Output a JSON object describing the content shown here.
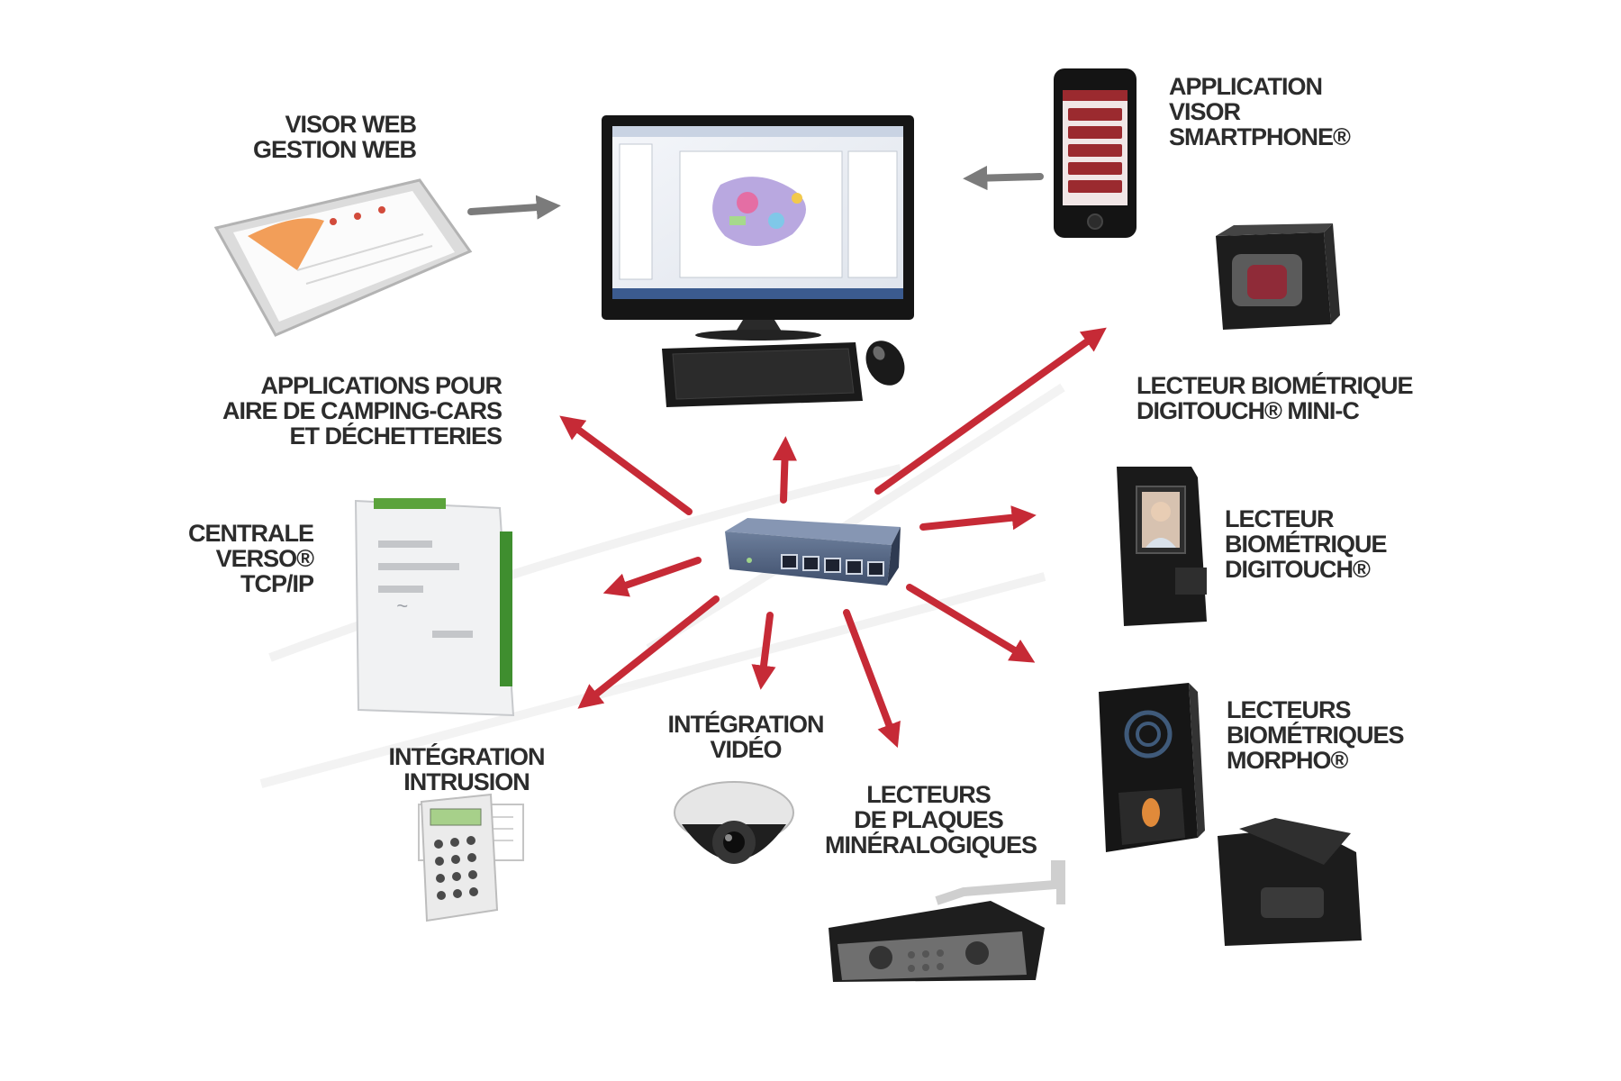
{
  "labels": {
    "visor_web": [
      "VISOR WEB",
      "GESTION WEB"
    ],
    "app_smartphone": [
      "APPLICATION",
      "VISOR",
      "SMARTPHONE®"
    ],
    "applications_camping": [
      "APPLICATIONS POUR",
      "AIRE DE CAMPING-CARS",
      "ET DÉCHETTERIES"
    ],
    "digitouch_mini": [
      "LECTEUR BIOMÉTRIQUE",
      "DIGITOUCH® MINI-C"
    ],
    "centrale_verso": [
      "CENTRALE",
      "VERSO®",
      "TCP/IP"
    ],
    "digitouch": [
      "LECTEUR",
      "BIOMÉTRIQUE",
      "DIGITOUCH®"
    ],
    "integration_video": [
      "INTÉGRATION",
      "VIDÉO"
    ],
    "integration_intrusion": [
      "INTÉGRATION",
      "INTRUSION"
    ],
    "lecteurs_plaques": [
      "LECTEURS",
      "DE PLAQUES",
      "MINÉRALOGIQUES"
    ],
    "lecteurs_morpho": [
      "LECTEURS",
      "BIOMÉTRIQUES",
      "MORPHO®"
    ]
  },
  "colors": {
    "arrow_red": "#c62a36",
    "arrow_gray": "#7b7b7b",
    "text": "#2c2c2c"
  }
}
